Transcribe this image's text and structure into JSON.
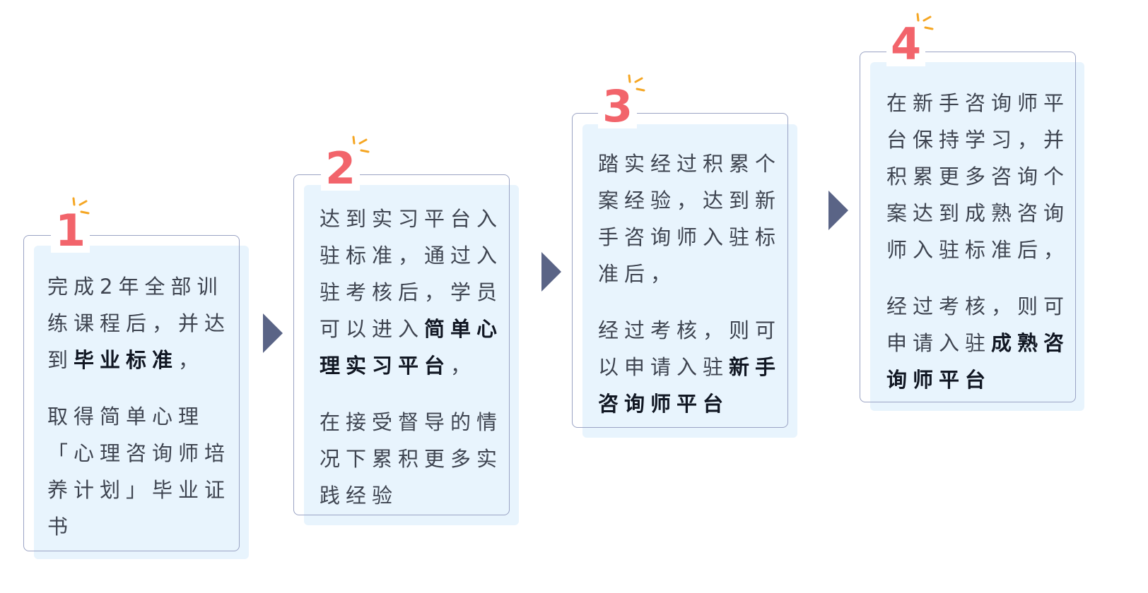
{
  "steps": [
    {
      "number": "1",
      "para1": [
        "完成2年全部训练课程后，并达到",
        "毕业标准",
        "，"
      ],
      "para2": "取得简单心理「心理咨询师培养计划」毕业证书"
    },
    {
      "number": "2",
      "para1": [
        "达到实习平台入驻标准，通过入驻考核后，学员可以进入",
        "简单心理实习平台",
        "，"
      ],
      "para2": "在接受督导的情况下累积更多实践经验"
    },
    {
      "number": "3",
      "para1": [
        "踏实经过积累个案经验，达到新手咨询师入驻标准后，",
        "",
        ""
      ],
      "para2_prefix": "经过考核，则可以申请入驻",
      "para2_bold": "新手咨询师平台"
    },
    {
      "number": "4",
      "para1": [
        "在新手咨询师平台保持学习，并积累更多咨询个案达到成熟咨询师入驻标准后，",
        "",
        ""
      ],
      "para2_prefix": "经过考核，则可申请入驻",
      "para2_bold": "成熟咨询师平台"
    }
  ],
  "colors": {
    "number": "#f2646b",
    "spark": "#f5a623",
    "arrow": "#5a6486",
    "frame": "#9aa3c4",
    "card_bg": "#e8f4fd"
  }
}
